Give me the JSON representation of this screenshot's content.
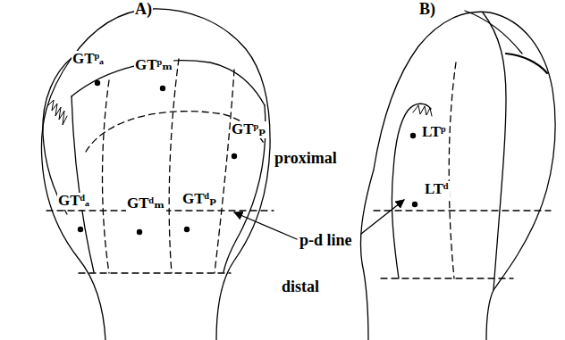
{
  "diagram": {
    "labels": [
      "A)",
      "B)",
      "GTᵖₐ",
      "GTᵖₘ",
      "LTᵖ",
      "GTᵖₚ",
      "proximal",
      "GTᵈₐ",
      "GTᵈₘ",
      "GTᵈₚ",
      "p-d line",
      "LTᵈ",
      "distal"
    ]
  }
}
